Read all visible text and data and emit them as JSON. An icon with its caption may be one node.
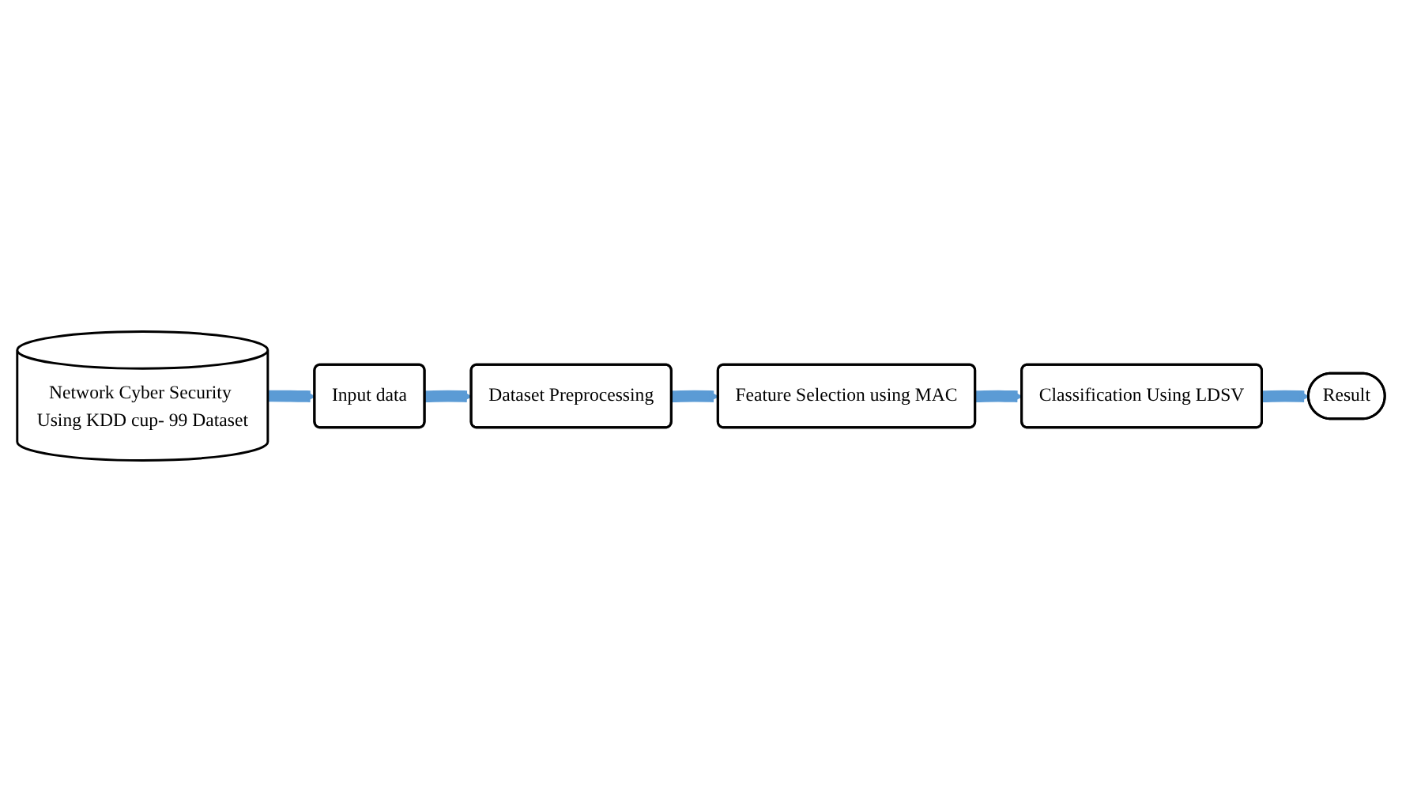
{
  "diagram": {
    "nodes": [
      {
        "text": [
          "Network Cyber Security Using KDD cup- 99 Dataset"
        ]
      },
      {
        "text": [
          "Input data"
        ]
      },
      {
        "text": [
          "Dataset Preprocessing"
        ]
      },
      {
        "text": [
          "Feature Selection using MAC"
        ]
      },
      {
        "text": [
          "Classification Using LDSV"
        ]
      },
      {
        "text": [
          "Result"
        ]
      }
    ],
    "edges": [
      {
        "from": 0,
        "to": 1,
        "arrow": "to"
      },
      {
        "from": 1,
        "to": 2,
        "arrow": "to"
      },
      {
        "from": 2,
        "to": 3,
        "arrow": "to"
      },
      {
        "from": 3,
        "to": 4,
        "arrow": "to"
      },
      {
        "from": 4,
        "to": 5,
        "arrow": "to"
      }
    ]
  }
}
